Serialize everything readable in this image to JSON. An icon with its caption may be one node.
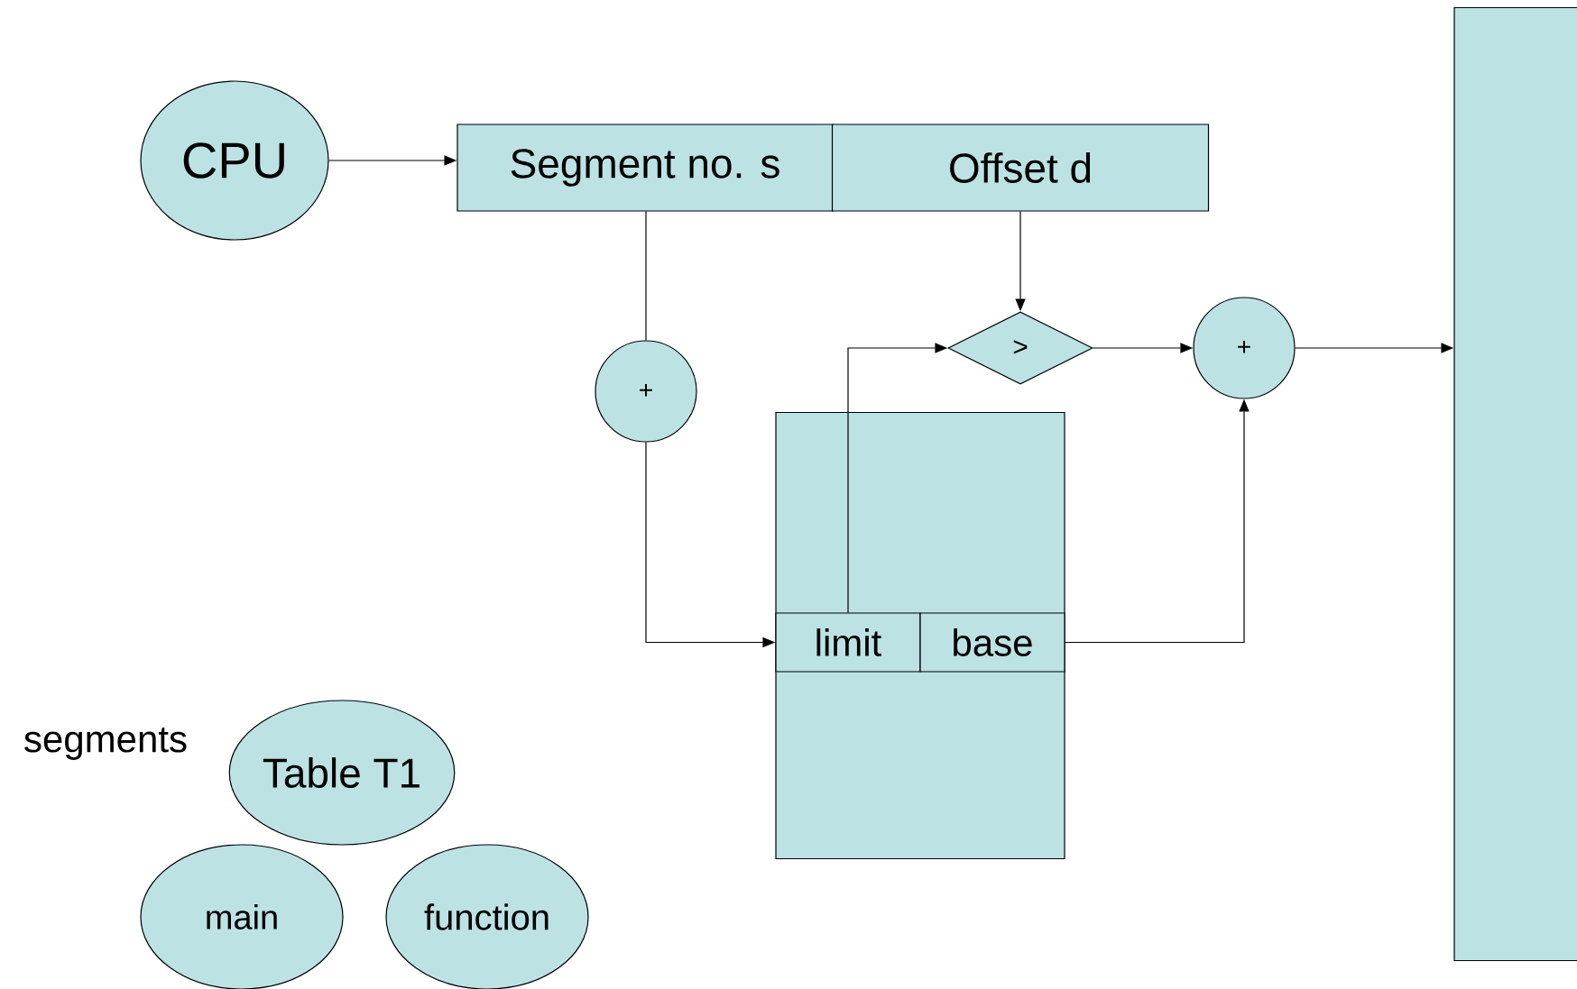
{
  "diagram": {
    "nodes": [
      {
        "text": [
          "CPU"
        ]
      },
      {
        "text": [
          "Segment no. s"
        ]
      },
      {
        "text": [
          "Offset d"
        ]
      },
      {
        "text": [
          "+"
        ]
      },
      {
        "text": [],
        "shape": "box"
      },
      {
        "text": [
          "limit"
        ],
        "in": 4
      },
      {
        "text": [
          "base"
        ],
        "in": 4
      },
      {
        "text": [
          ">"
        ]
      },
      {
        "text": [
          "+"
        ]
      },
      {
        "text": [],
        "shape": "box"
      },
      {
        "text": [
          "Table T1"
        ]
      },
      {
        "text": [
          "main"
        ]
      },
      {
        "text": [
          "function"
        ]
      }
    ],
    "edges": [
      {
        "from": 0,
        "to": 1,
        "arrow": "to"
      },
      {
        "from": 1,
        "to": 3,
        "arrow": "none"
      },
      {
        "from": 3,
        "to": 5,
        "arrow": "to"
      },
      {
        "from": 2,
        "to": 7,
        "arrow": "to"
      },
      {
        "from": 5,
        "to": 7,
        "arrow": "to"
      },
      {
        "from": 7,
        "to": 8,
        "arrow": "to"
      },
      {
        "from": 6,
        "to": 8,
        "arrow": "to"
      },
      {
        "from": 8,
        "to": 9,
        "arrow": "to"
      }
    ],
    "labels": [
      "segments"
    ]
  }
}
